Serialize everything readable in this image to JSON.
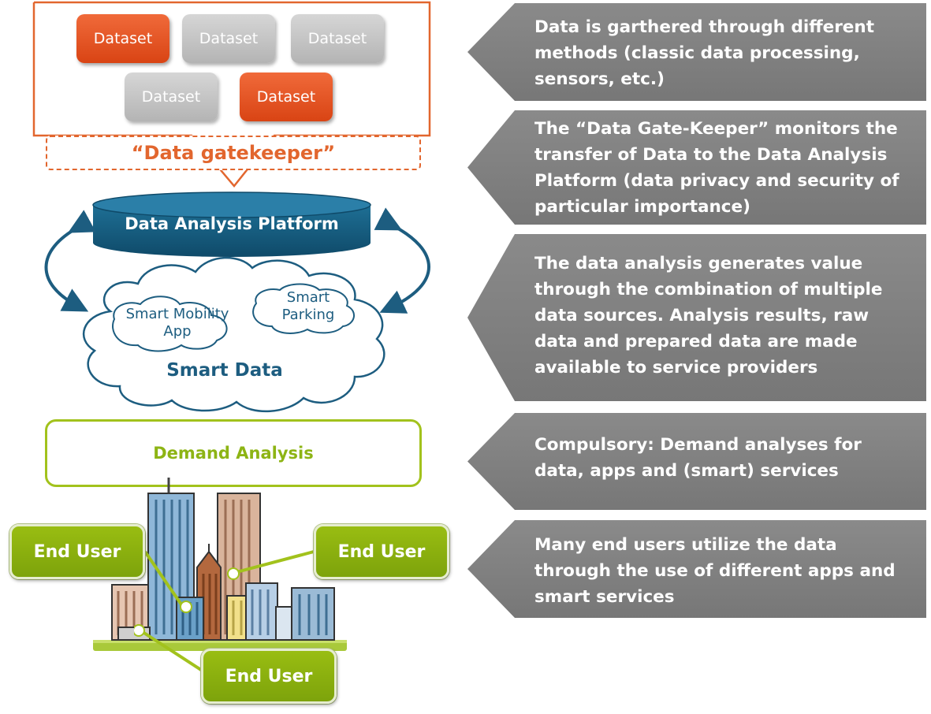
{
  "datasets": [
    "Dataset",
    "Dataset",
    "Dataset",
    "Dataset",
    "Dataset"
  ],
  "gatekeeper": "“Data gatekeeper”",
  "platform": "Data Analysis Platform",
  "cloud": {
    "app1": "Smart Mobility App",
    "app2": "Smart Parking",
    "title": "Smart Data"
  },
  "demand": "Demand Analysis",
  "end_users": [
    "End User",
    "End User",
    "End User"
  ],
  "info": [
    "Data is garthered through different methods (classic data processing, sensors, etc.)",
    "The “Data Gate-Keeper” monitors the transfer of Data to the Data Analysis Platform (data privacy and security of particular importance)",
    "The data analysis generates value through the combination of multiple data sources. Analysis results, raw data and prepared data are made available to service providers",
    "Compulsory: Demand analyses for data, apps and (smart) services",
    "Many end users utilize the data through the use of different apps and smart services"
  ],
  "colors": {
    "orange": "#e2662e",
    "dark_blue": "#1d5d80",
    "green": "#8db414",
    "gray_arrow": "#808080"
  }
}
